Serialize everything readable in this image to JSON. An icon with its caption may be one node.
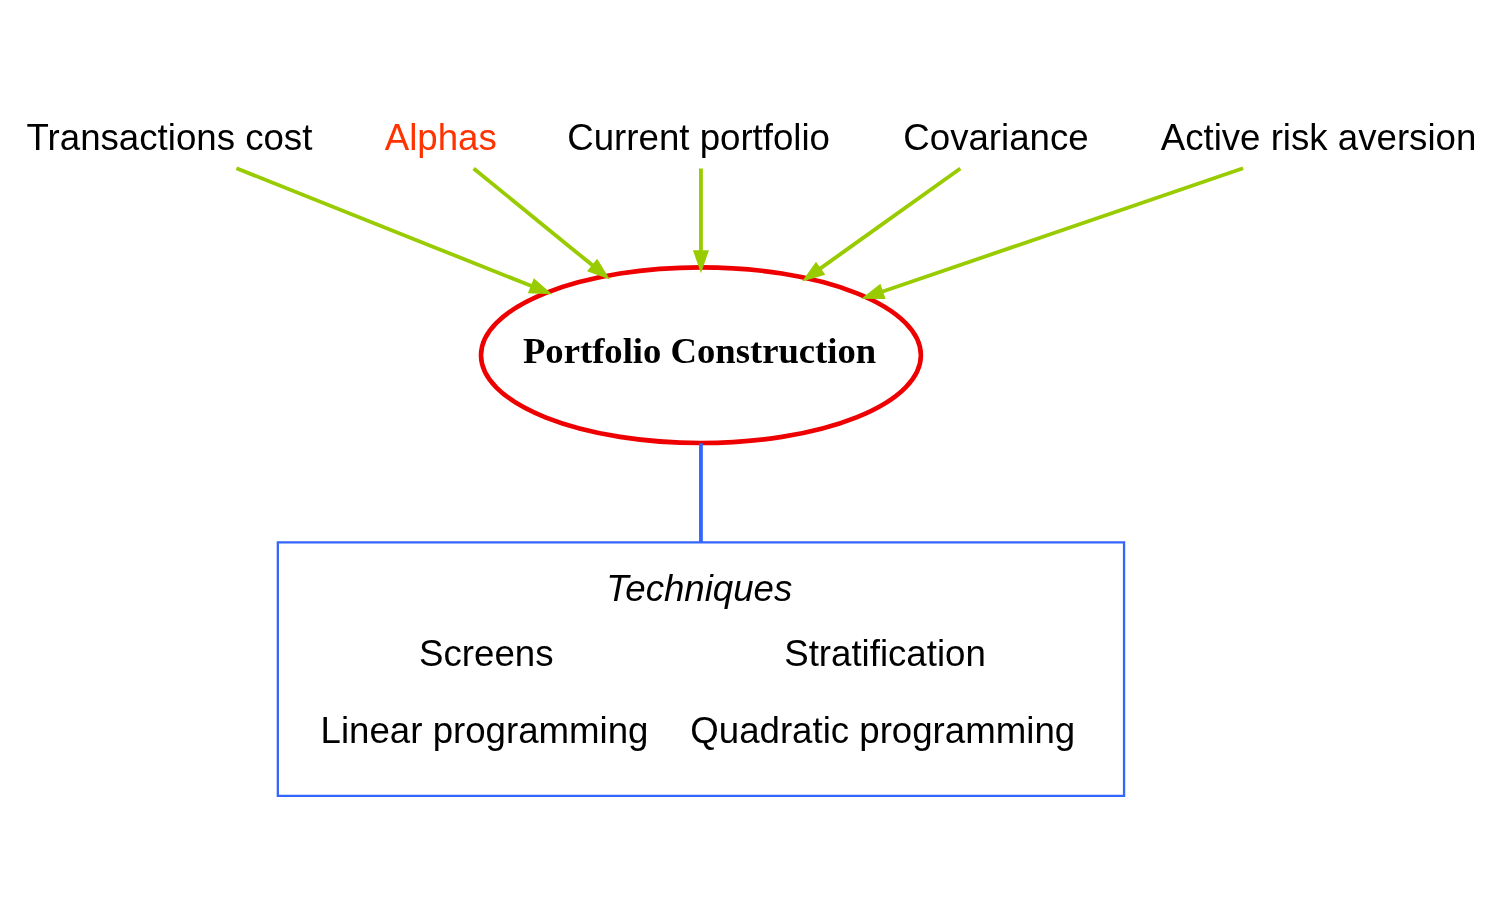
{
  "diagram": {
    "nodes": [
      {
        "text": [
          "Current portfolio"
        ]
      },
      {
        "text": [
          "Alphas"
        ]
      },
      {
        "text": [
          "Covariance"
        ]
      },
      {
        "text": [
          "Transactions cost"
        ]
      },
      {
        "text": [
          "Active risk aversion"
        ]
      },
      {
        "text": [
          "Portfolio Construction"
        ]
      },
      {
        "text": [
          "Techniques",
          "Screens",
          "Stratification",
          "Linear programming",
          "Quadratic programming"
        ]
      }
    ],
    "edges": [
      {
        "from": 0,
        "to": 5,
        "arrow": "to"
      },
      {
        "from": 1,
        "to": 5,
        "arrow": "to"
      },
      {
        "from": 2,
        "to": 5,
        "arrow": "to"
      },
      {
        "from": 3,
        "to": 5,
        "arrow": "to"
      },
      {
        "from": 4,
        "to": 5,
        "arrow": "to"
      },
      {
        "from": 5,
        "to": 6,
        "arrow": "none",
        "color": "#3366ff"
      }
    ]
  }
}
